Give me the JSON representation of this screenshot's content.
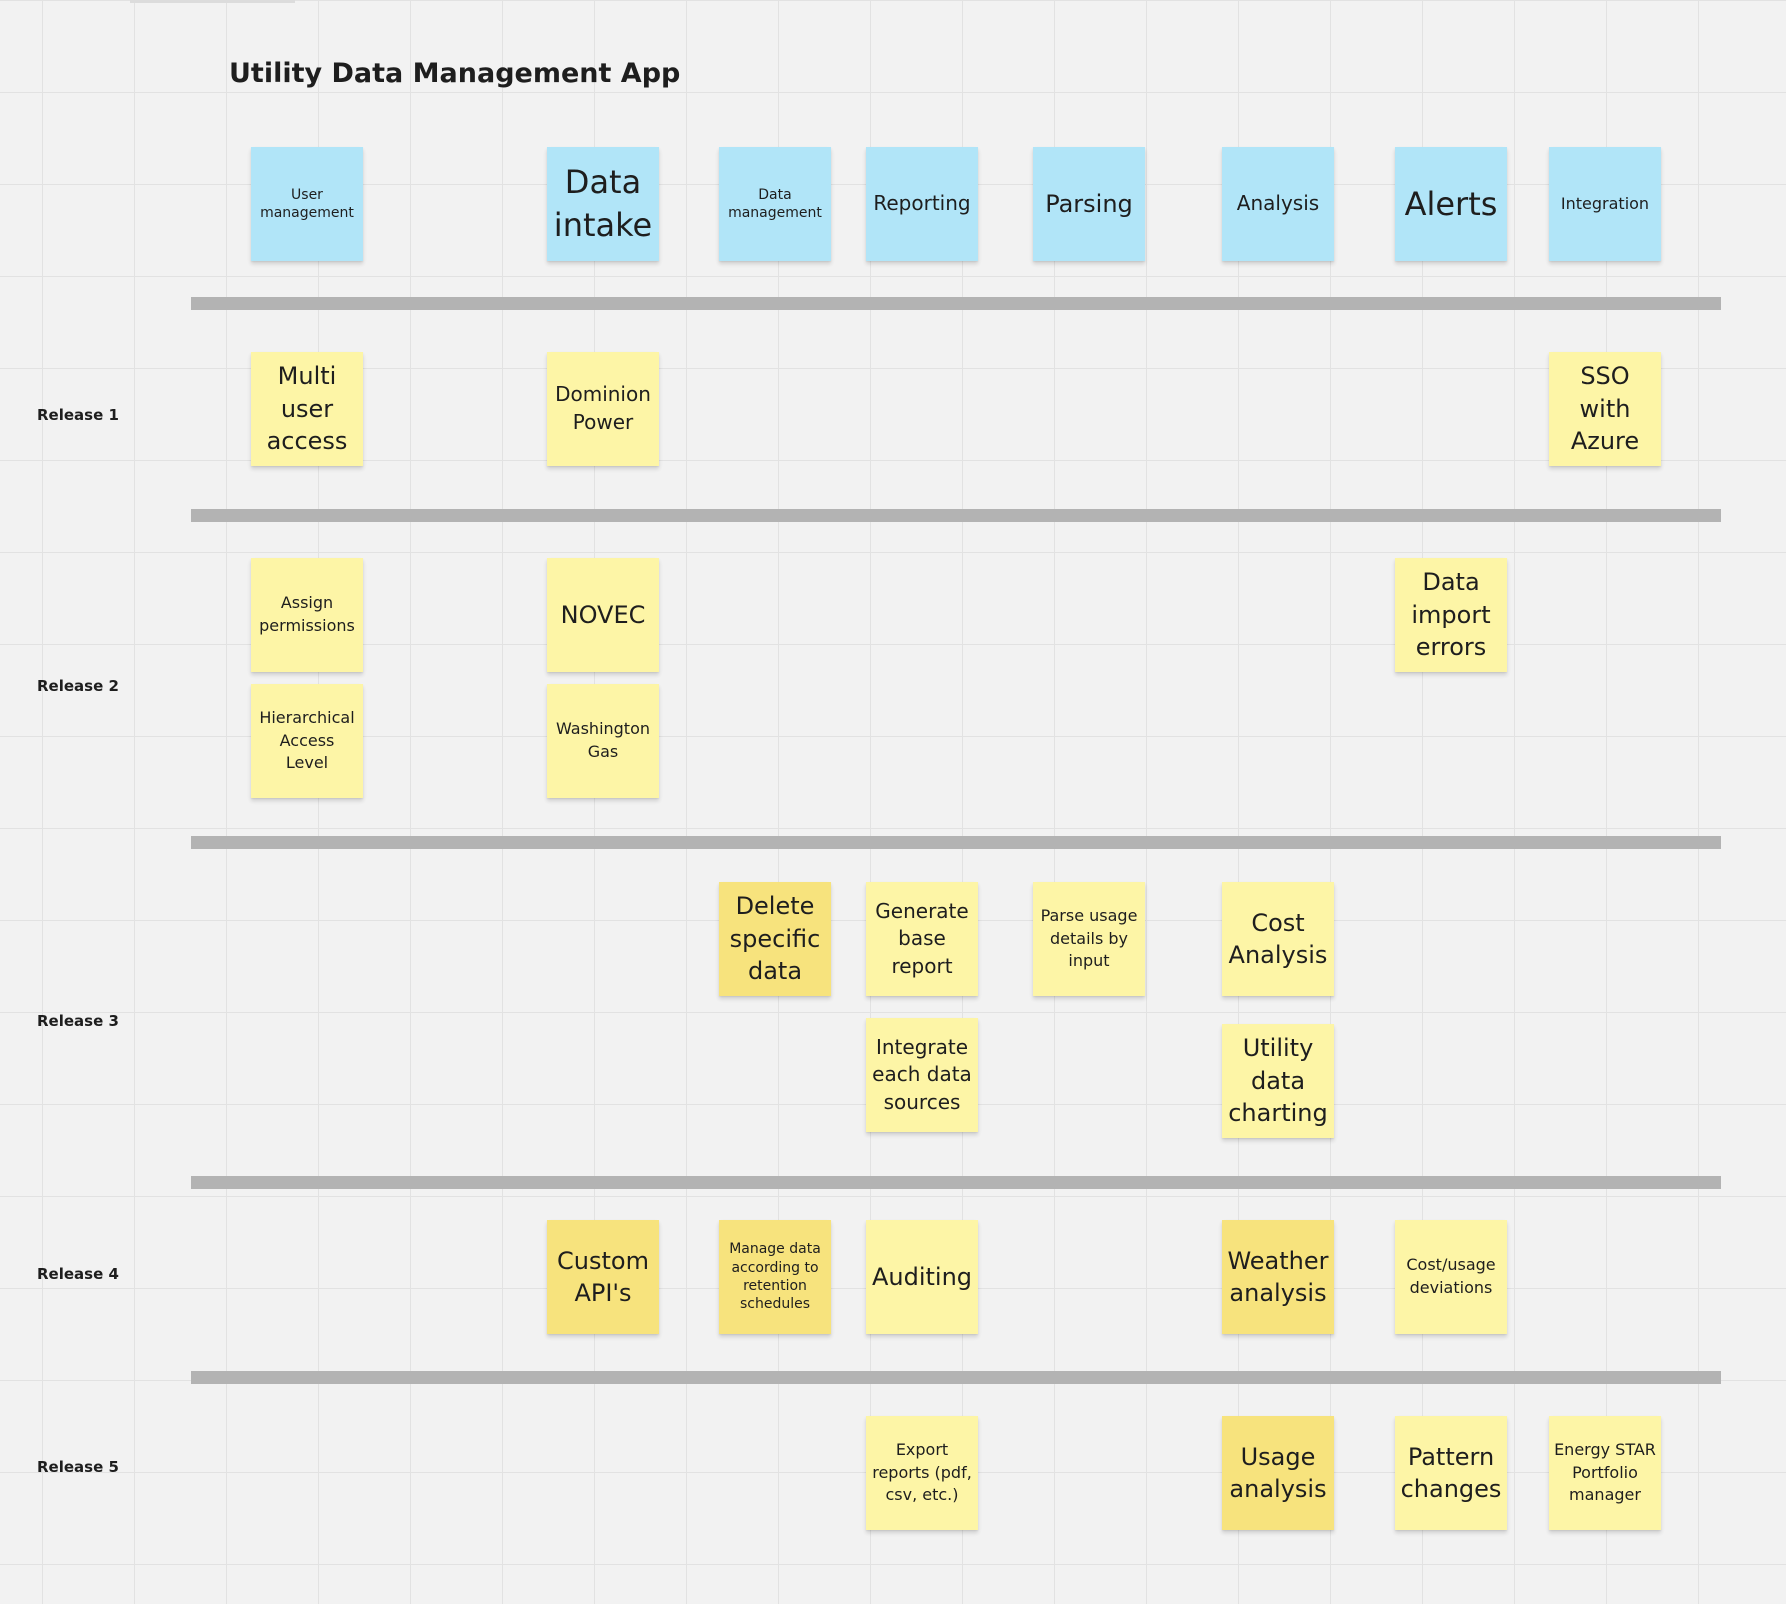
{
  "board": {
    "title": "Utility Data Management App"
  },
  "categories": [
    {
      "key": "user-management",
      "label": "User management"
    },
    {
      "key": "data-intake",
      "label": "Data intake"
    },
    {
      "key": "data-management",
      "label": "Data management"
    },
    {
      "key": "reporting",
      "label": "Reporting"
    },
    {
      "key": "parsing",
      "label": "Parsing"
    },
    {
      "key": "analysis",
      "label": "Analysis"
    },
    {
      "key": "alerts",
      "label": "Alerts"
    },
    {
      "key": "integration",
      "label": "Integration"
    }
  ],
  "releases": [
    {
      "label": "Release 1",
      "stories": [
        "Multi user access",
        "Dominion Power",
        "SSO with Azure"
      ]
    },
    {
      "label": "Release 2",
      "stories": [
        "Assign permissions",
        "Hierarchical Access Level",
        "NOVEC",
        "Washington Gas",
        "Data import errors"
      ]
    },
    {
      "label": "Release 3",
      "stories": [
        "Delete specific data",
        "Generate base report",
        "Integrate each data sources",
        "Parse usage details by input",
        "Cost Analysis",
        "Utility data charting"
      ]
    },
    {
      "label": "Release 4",
      "stories": [
        "Custom API's",
        "Manage data according to retention schedules",
        "Auditing",
        "Weather analysis",
        "Cost/usage deviations"
      ]
    },
    {
      "label": "Release 5",
      "stories": [
        "Export reports (pdf, csv, etc.)",
        "Usage analysis",
        "Pattern changes",
        "Energy STAR Portfolio manager"
      ]
    }
  ],
  "colors": {
    "category_sticky": "#b1e5f8",
    "story_sticky": "#fdf5a6",
    "story_sticky_highlight": "#f7e37d",
    "divider": "#b3b3b3",
    "canvas": "#f2f2f2"
  }
}
